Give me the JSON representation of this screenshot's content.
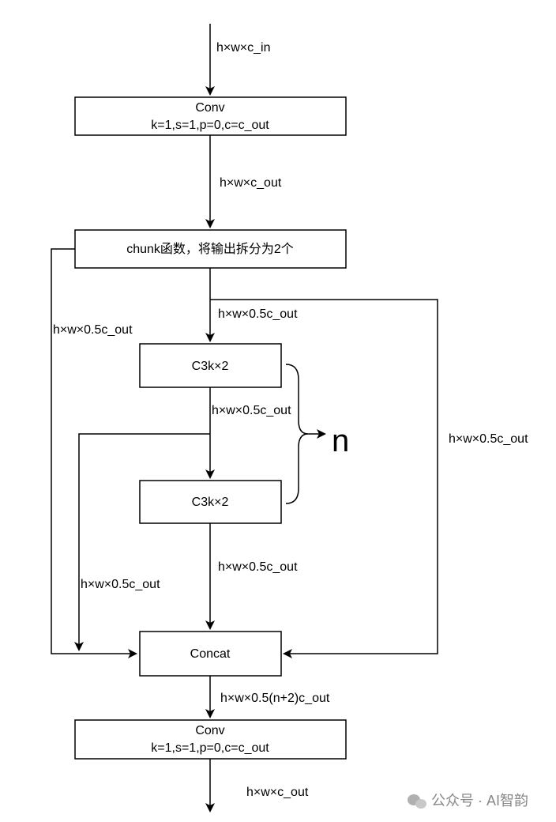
{
  "nodes": {
    "conv_in": {
      "line1": "Conv",
      "line2": "k=1,s=1,p=0,c=c_out"
    },
    "chunk": {
      "label": "chunk函数，将输出拆分为2个"
    },
    "c3k_1": {
      "label": "C3k×2"
    },
    "c3k_2": {
      "label": "C3k×2"
    },
    "concat": {
      "label": "Concat"
    },
    "conv_out": {
      "line1": "Conv",
      "line2": "k=1,s=1,p=0,c=c_out"
    }
  },
  "edges": {
    "input": "h×w×c_in",
    "conv_to_chunk": "h×w×c_out",
    "chunk_to_c3k": "h×w×0.5c_out",
    "left_bypass": "h×w×0.5c_out",
    "right_bypass": "h×w×0.5c_out",
    "c3k_between": "h×w×0.5c_out",
    "mid_branch": "h×w×0.5c_out",
    "c3k_to_concat": "h×w×0.5c_out",
    "concat_to_conv": "h×w×0.5(n+2)c_out",
    "output": "h×w×c_out"
  },
  "brace_label": "n",
  "watermark": "公众号 · AI智韵"
}
